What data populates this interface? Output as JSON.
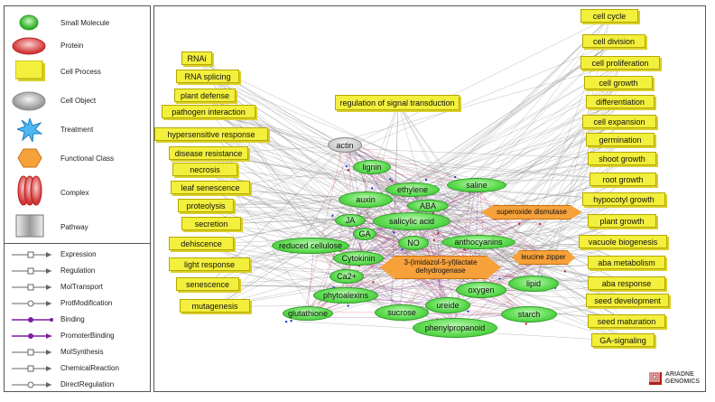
{
  "legend": {
    "node_types": [
      {
        "label": "Small Molecule",
        "icon": "small-molecule-icon"
      },
      {
        "label": "Protein",
        "icon": "protein-icon"
      },
      {
        "label": "Cell Process",
        "icon": "cell-process-icon"
      },
      {
        "label": "Cell Object",
        "icon": "cell-object-icon"
      },
      {
        "label": "Treatment",
        "icon": "treatment-icon"
      },
      {
        "label": "Functional Class",
        "icon": "functional-class-icon"
      },
      {
        "label": "Complex",
        "icon": "complex-icon"
      },
      {
        "label": "Pathway",
        "icon": "pathway-icon"
      }
    ],
    "edge_types": [
      {
        "label": "Expression",
        "color": "#666666"
      },
      {
        "label": "Regulation",
        "color": "#666666"
      },
      {
        "label": "MolTransport",
        "color": "#666666"
      },
      {
        "label": "ProtModification",
        "color": "#666666"
      },
      {
        "label": "Binding",
        "color": "#7a1fa2"
      },
      {
        "label": "PromoterBinding",
        "color": "#7a1fa2"
      },
      {
        "label": "MolSynthesis",
        "color": "#666666"
      },
      {
        "label": "ChemicalReaction",
        "color": "#666666"
      },
      {
        "label": "DirectRegulation",
        "color": "#666666"
      }
    ]
  },
  "colors": {
    "cell_process": "#f2ef3d",
    "small_molecule": "#5fdc52",
    "functional_class": "#f7a13a",
    "cell_object": "#c8c8c8",
    "binding_edge": "#7a1fa2",
    "regulation_edge": "#888888"
  },
  "nodes": {
    "left_processes": [
      "RNAi",
      "RNA splicing",
      "plant defense",
      "pathogen interaction",
      "hypersensitive response",
      "disease resistance",
      "necrosis",
      "leaf senescence",
      "proteolysis",
      "secretion",
      "dehiscence",
      "light response",
      "senescence",
      "mutagenesis"
    ],
    "right_processes": [
      "cell cycle",
      "cell division",
      "cell proliferation",
      "cell growth",
      "differentiation",
      "cell expansion",
      "germination",
      "shoot growth",
      "root growth",
      "hypocotyl growth",
      "plant growth",
      "vacuole biogenesis",
      "aba metabolism",
      "aba response",
      "seed development",
      "seed maturation",
      "GA-signaling"
    ],
    "top_process": "regulation of signal transduction",
    "cell_objects": [
      "actin"
    ],
    "small_molecules": [
      "lignin",
      "ethylene",
      "saline",
      "auxin",
      "ABA",
      "JA",
      "salicylic acid",
      "GA",
      "reduced cellulose",
      "NO",
      "anthocyanins",
      "Cytokinin",
      "Ca2+",
      "phytoalexins",
      "oxygen",
      "lipid",
      "glutathione",
      "sucrose",
      "ureide",
      "starch",
      "phenylpropanoid"
    ],
    "functional_classes": [
      "superoxide dismutase",
      "3-(imidazol-5-yl)lactate dehydrogenase",
      "leucine zipper"
    ]
  },
  "logo": {
    "line1": "ARIADNE",
    "line2": "GENOMICS"
  }
}
